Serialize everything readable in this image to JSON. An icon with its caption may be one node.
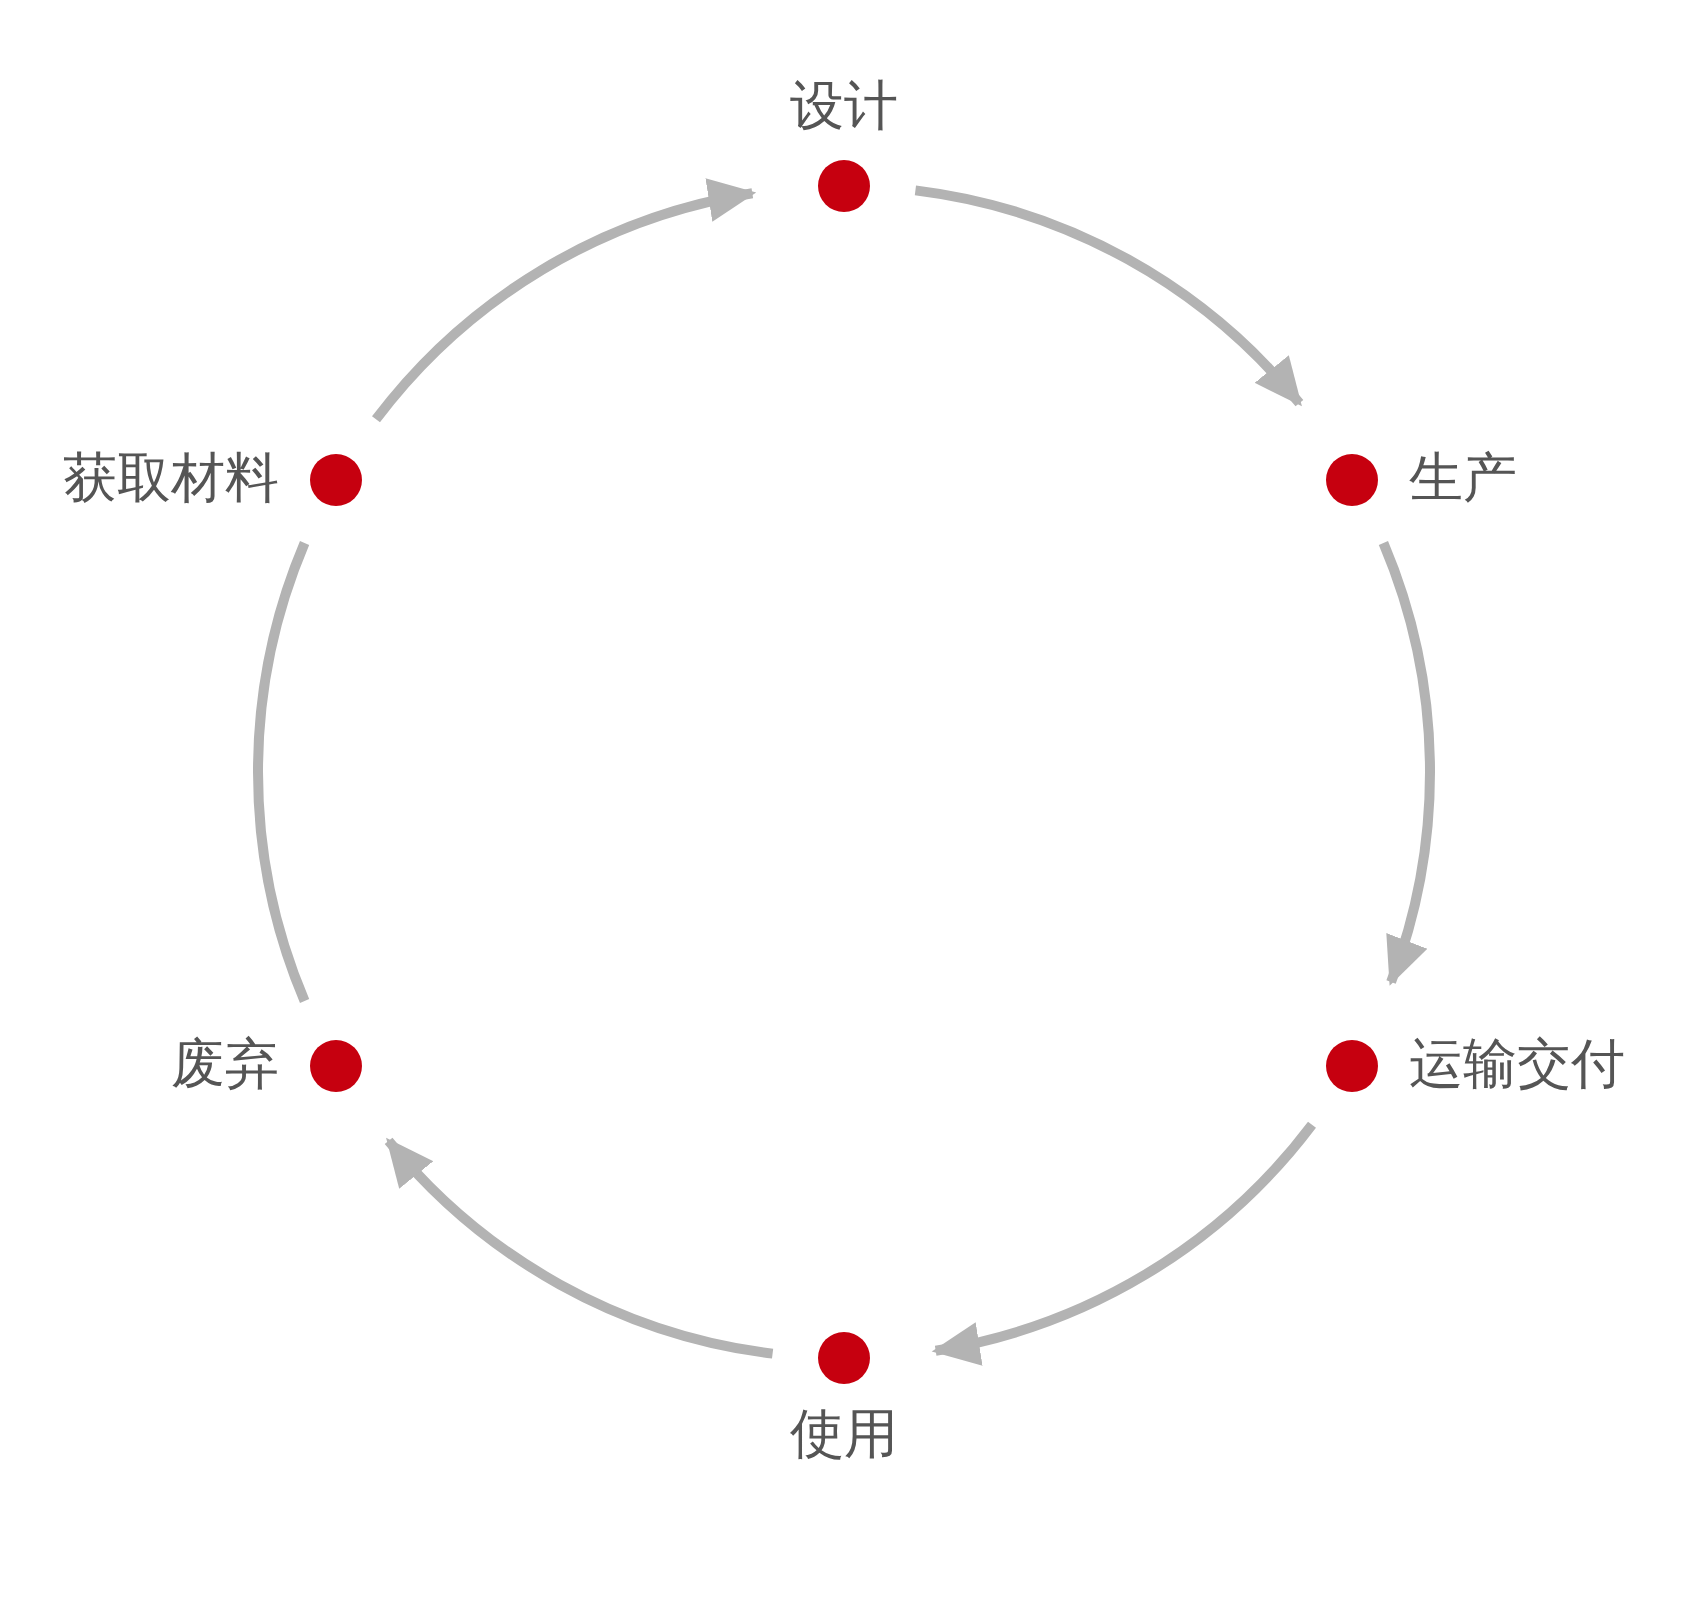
{
  "diagram": {
    "nodes": [
      {
        "text": [
          "设计"
        ]
      },
      {
        "text": [
          "生产"
        ]
      },
      {
        "text": [
          "运输交付"
        ]
      },
      {
        "text": [
          "使用"
        ]
      },
      {
        "text": [
          "废弃"
        ]
      },
      {
        "text": [
          "获取材料"
        ]
      }
    ],
    "edges": [
      {
        "from": 0,
        "to": 1,
        "arrow": "to"
      },
      {
        "from": 1,
        "to": 2,
        "arrow": "to"
      },
      {
        "from": 2,
        "to": 3,
        "arrow": "to"
      },
      {
        "from": 3,
        "to": 4,
        "arrow": "to"
      },
      {
        "from": 4,
        "to": 5,
        "arrow": "none"
      },
      {
        "from": 5,
        "to": 0,
        "arrow": "to"
      }
    ]
  }
}
